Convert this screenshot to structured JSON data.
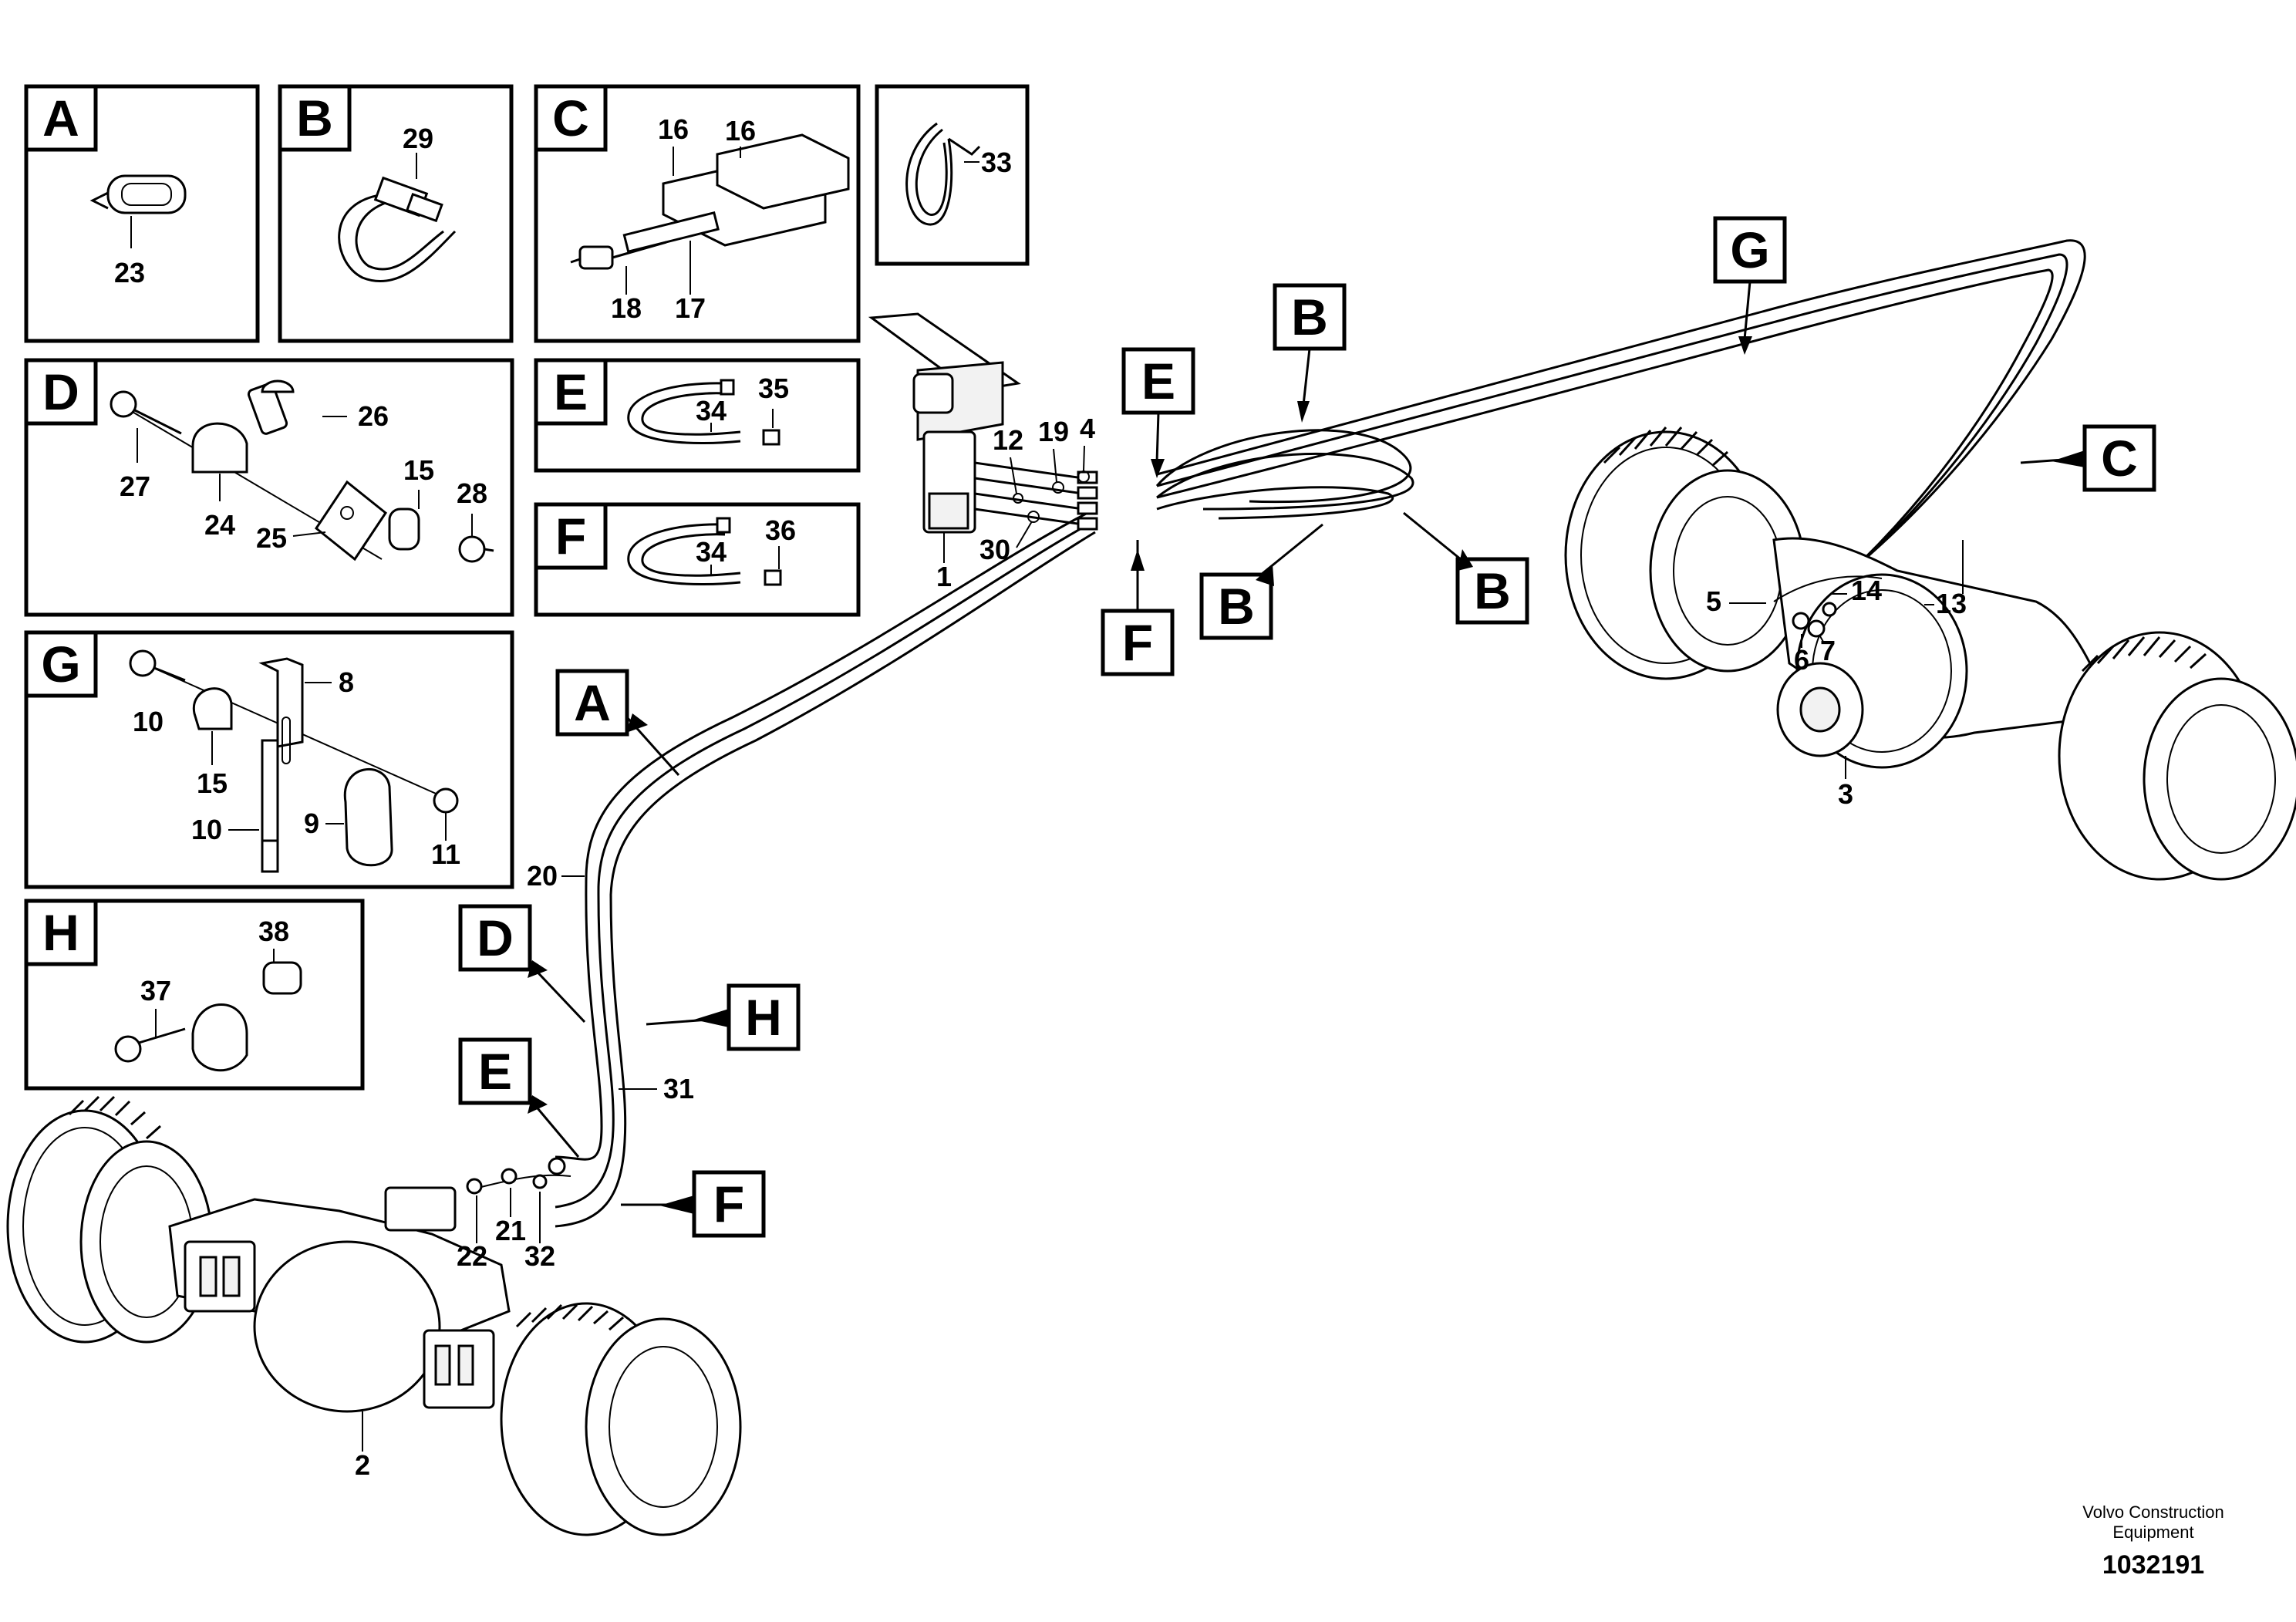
{
  "details": [
    {
      "letter": "A",
      "parts": [
        "23"
      ]
    },
    {
      "letter": "B",
      "parts": [
        "29"
      ]
    },
    {
      "letter": "C",
      "parts": [
        "16",
        "16",
        "18",
        "17"
      ]
    },
    {
      "letter": "",
      "parts": [
        "33"
      ]
    },
    {
      "letter": "D",
      "parts": [
        "26",
        "27",
        "24",
        "25",
        "15",
        "28"
      ]
    },
    {
      "letter": "E",
      "parts": [
        "35",
        "34"
      ]
    },
    {
      "letter": "F",
      "parts": [
        "36",
        "34"
      ]
    },
    {
      "letter": "G",
      "parts": [
        "8",
        "10",
        "15",
        "10",
        "9",
        "11"
      ]
    },
    {
      "letter": "H",
      "parts": [
        "38",
        "37"
      ]
    }
  ],
  "callouts": [
    "B",
    "G",
    "E",
    "C",
    "F",
    "B",
    "B",
    "A",
    "D",
    "H",
    "E",
    "F"
  ],
  "parts_main": {
    "valve": [
      "12",
      "19",
      "4",
      "30",
      "1"
    ],
    "hose": [
      "20",
      "31"
    ],
    "front_axle": [
      "22",
      "21",
      "32",
      "2"
    ],
    "rear_axle": [
      "5",
      "14",
      "13",
      "6",
      "7",
      "3"
    ]
  },
  "footer": {
    "company_line1": "Volvo Construction",
    "company_line2": "Equipment",
    "drawing_id": "1032191"
  }
}
